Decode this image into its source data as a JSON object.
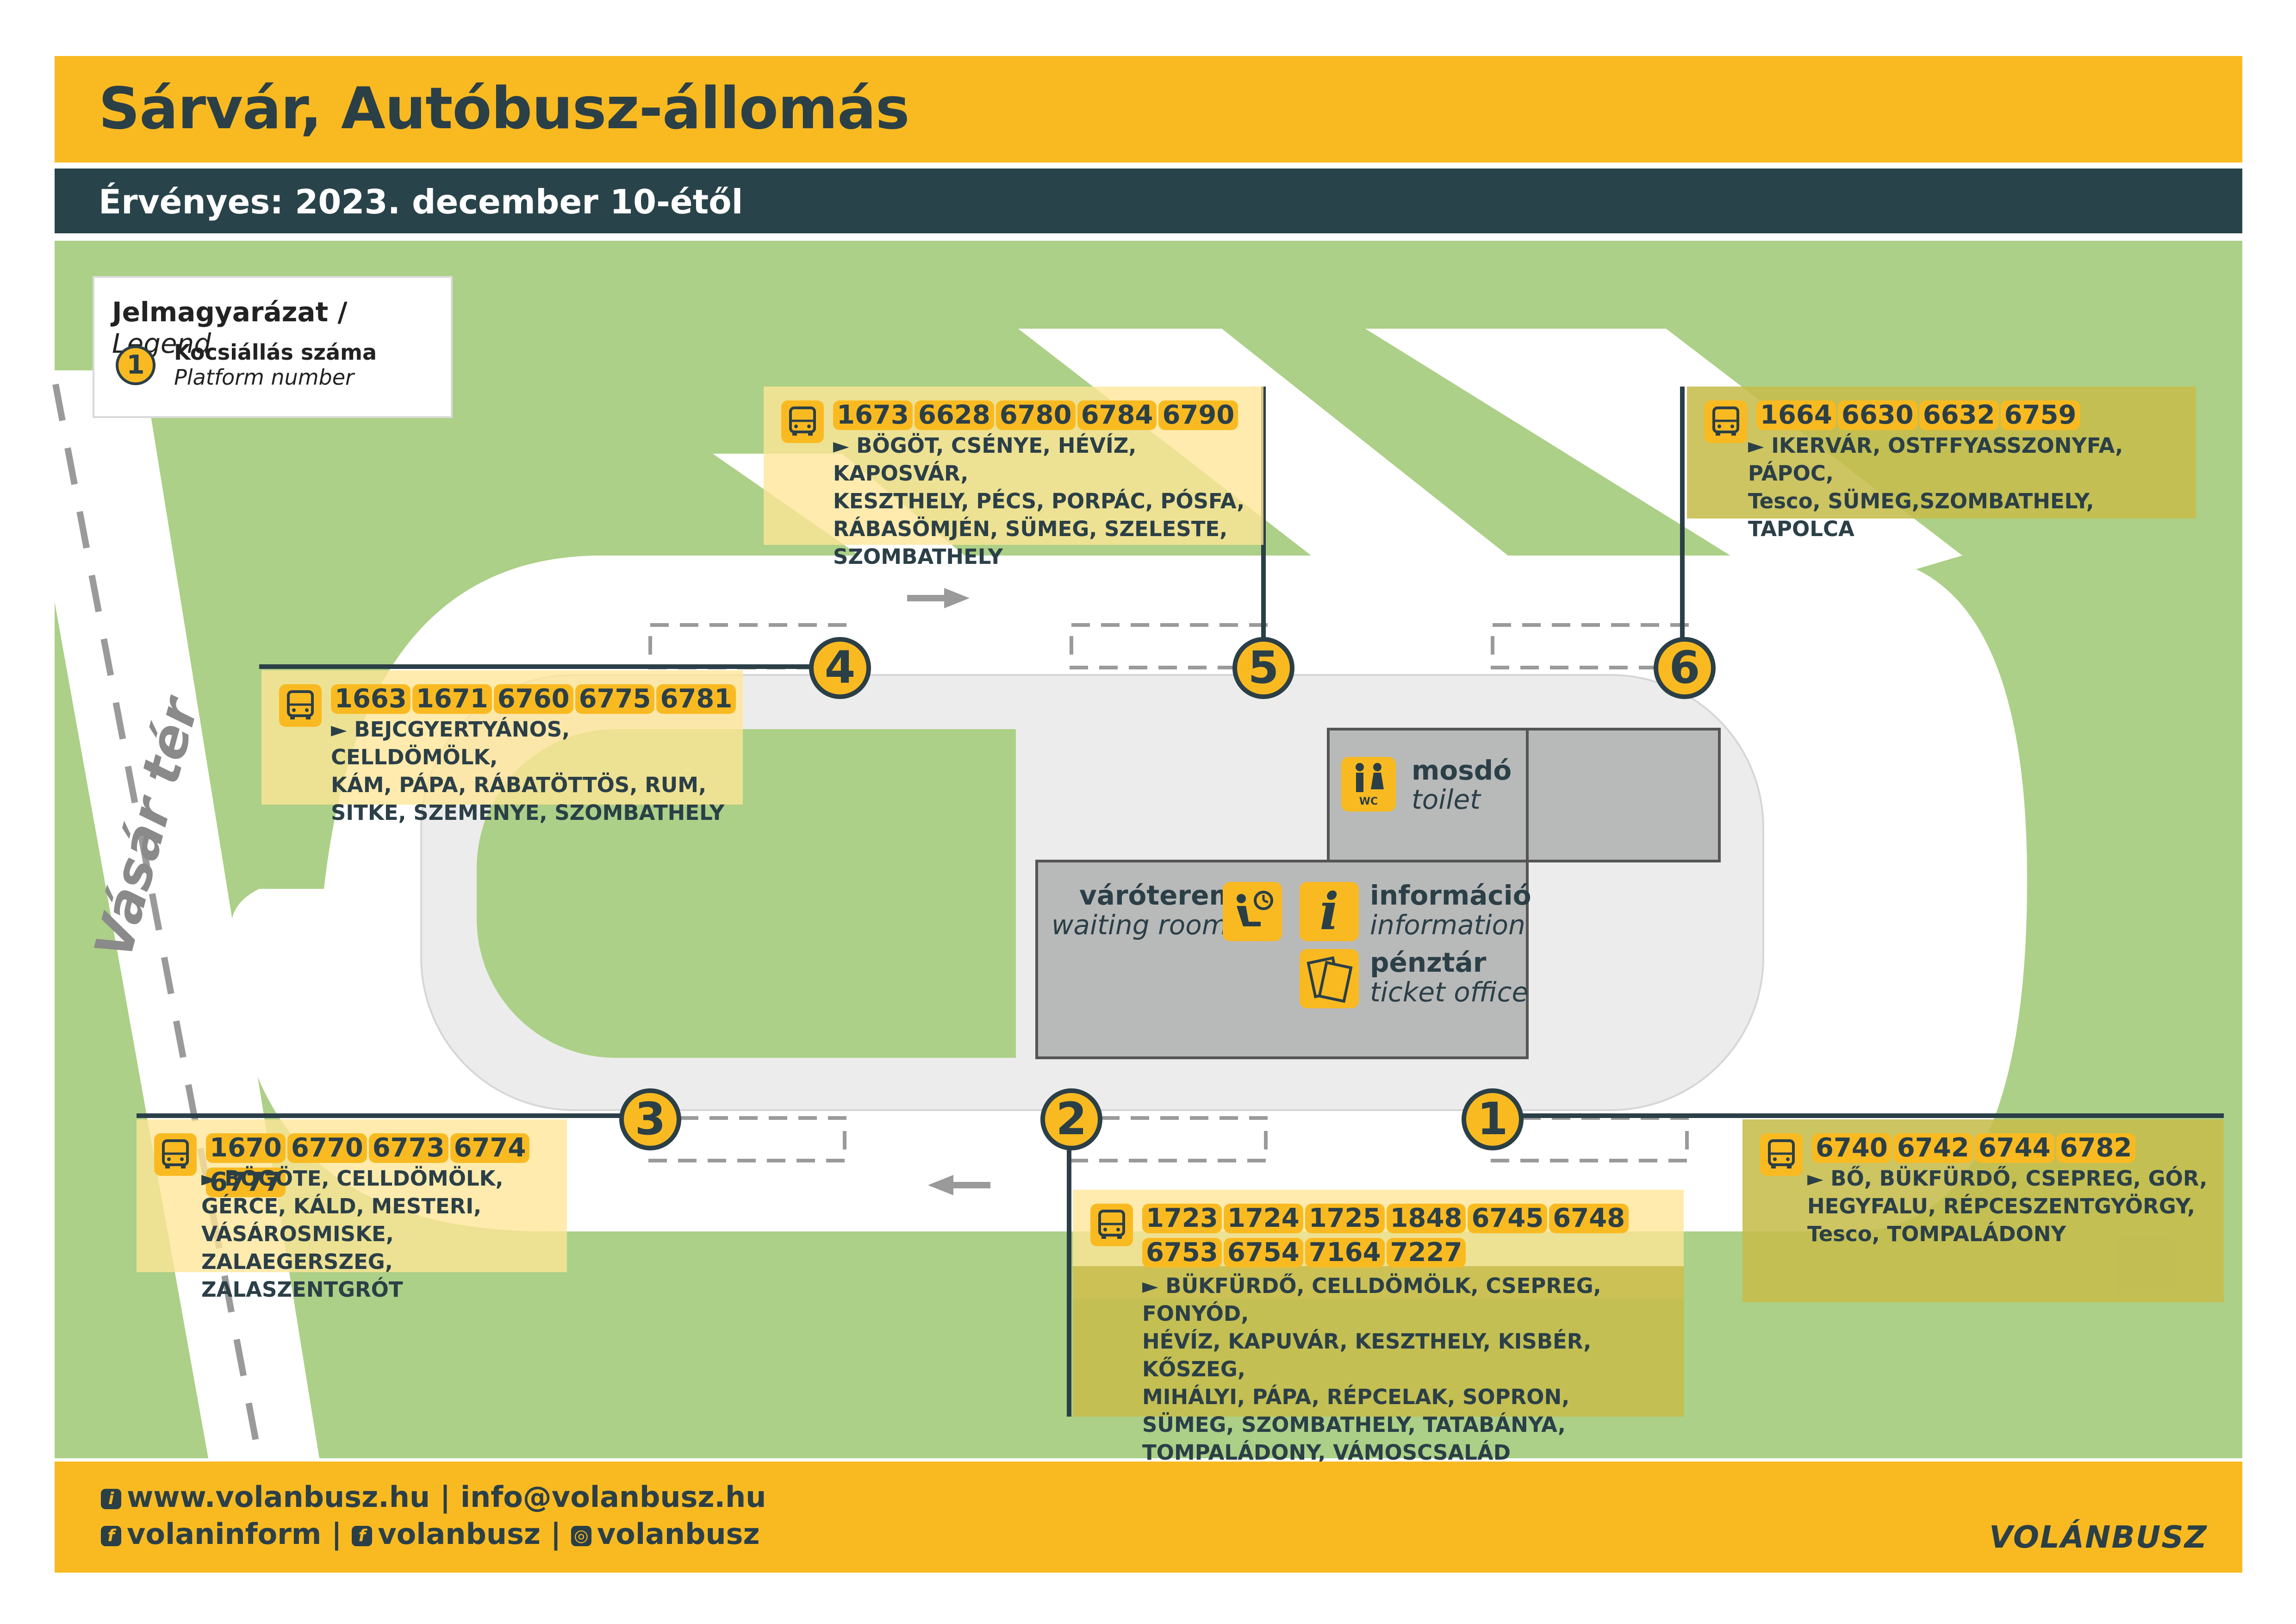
{
  "header": {
    "title": "Sárvár, Autóbusz-állomás"
  },
  "subheader": {
    "validity": "Érvényes: 2023. december 10-étől"
  },
  "legend": {
    "title_hu": "Jelmagyarázat /",
    "title_en": "Legend",
    "badge_sample": "1",
    "item_hu": "Kocsiállás száma",
    "item_en": "Platform number"
  },
  "street_name": "Vásár tér",
  "platforms": [
    {
      "number": "1"
    },
    {
      "number": "2"
    },
    {
      "number": "3"
    },
    {
      "number": "4"
    },
    {
      "number": "5"
    },
    {
      "number": "6"
    }
  ],
  "route_boxes": {
    "p5": {
      "routes": [
        "1673",
        "6628",
        "6780",
        "6784",
        "6790"
      ],
      "destinations": "► BÖGÖT, CSÉNYE, HÉVÍZ, KAPOSVÁR,\nKESZTHELY, PÉCS, PORPÁC, PÓSFA,\nRÁBASÖMJÉN, SÜMEG, SZELESTE,\nSZOMBATHELY"
    },
    "p6": {
      "routes": [
        "1664",
        "6630",
        "6632",
        "6759"
      ],
      "destinations": "► IKERVÁR, OSTFFYASSZONYFA, PÁPOC,\nTesco, SÜMEG,SZOMBATHELY, TAPOLCA"
    },
    "p4": {
      "routes": [
        "1663",
        "1671",
        "6760",
        "6775",
        "6781"
      ],
      "destinations": "► BEJCGYERTYÁNOS, CELLDÖMÖLK,\nKÁM, PÁPA, RÁBATÖTTÖS, RUM,\nSITKE, SZEMENYE, SZOMBATHELY"
    },
    "p3": {
      "routes": [
        "1670",
        "6770",
        "6773",
        "6774",
        "6777"
      ],
      "destinations": "► BÖGÖTE, CELLDÖMÖLK,\nGÉRCE, KÁLD, MESTERI,\nVÁSÁROSMISKE, ZALAEGERSZEG,\nZALASZENTGRÓT"
    },
    "p2": {
      "routes": [
        "1723",
        "1724",
        "1725",
        "1848",
        "6745",
        "6748",
        "6753",
        "6754",
        "7164",
        "7227"
      ],
      "destinations": "► BÜKFÜRDŐ, CELLDÖMÖLK, CSEPREG, FONYÓD,\nHÉVÍZ, KAPUVÁR, KESZTHELY, KISBÉR, KŐSZEG,\nMIHÁLYI, PÁPA, RÉPCELAK, SOPRON,\nSÜMEG, SZOMBATHELY, TATABÁNYA,\nTOMPALÁDONY, VÁMOSCSALÁD"
    },
    "p1": {
      "routes": [
        "6740",
        "6742",
        "6744",
        "6782"
      ],
      "destinations": "► BŐ, BÜKFÜRDŐ, CSEPREG, GÓR,\nHEGYFALU, RÉPCESZENTGYÖRGY,\nTesco, TOMPALÁDONY"
    }
  },
  "facilities": {
    "toilet_hu": "mosdó",
    "toilet_en": "toilet",
    "wc": "WC",
    "waiting_hu": "váróterem",
    "waiting_en": "waiting room",
    "info_hu": "információ",
    "info_en": "information",
    "ticket_hu": "pénztár",
    "ticket_en": "ticket office"
  },
  "footer": {
    "web": "www.volanbusz.hu",
    "sep": "|",
    "email": "info@volanbusz.hu",
    "fb1": "volaninform",
    "fb2": "volanbusz",
    "ig": "volanbusz",
    "brand": "VOLÁNBUSZ"
  },
  "colors": {
    "yellow": "#f9ba21",
    "dark": "#29434a",
    "green": "#acd087",
    "grey": "#b8b9b9"
  },
  "icons": [
    "bus-icon",
    "toilet-icon",
    "waiting-room-icon",
    "information-icon",
    "ticket-icon",
    "facebook-icon",
    "instagram-icon",
    "info-icon",
    "arrow-right-icon",
    "arrow-left-icon"
  ]
}
